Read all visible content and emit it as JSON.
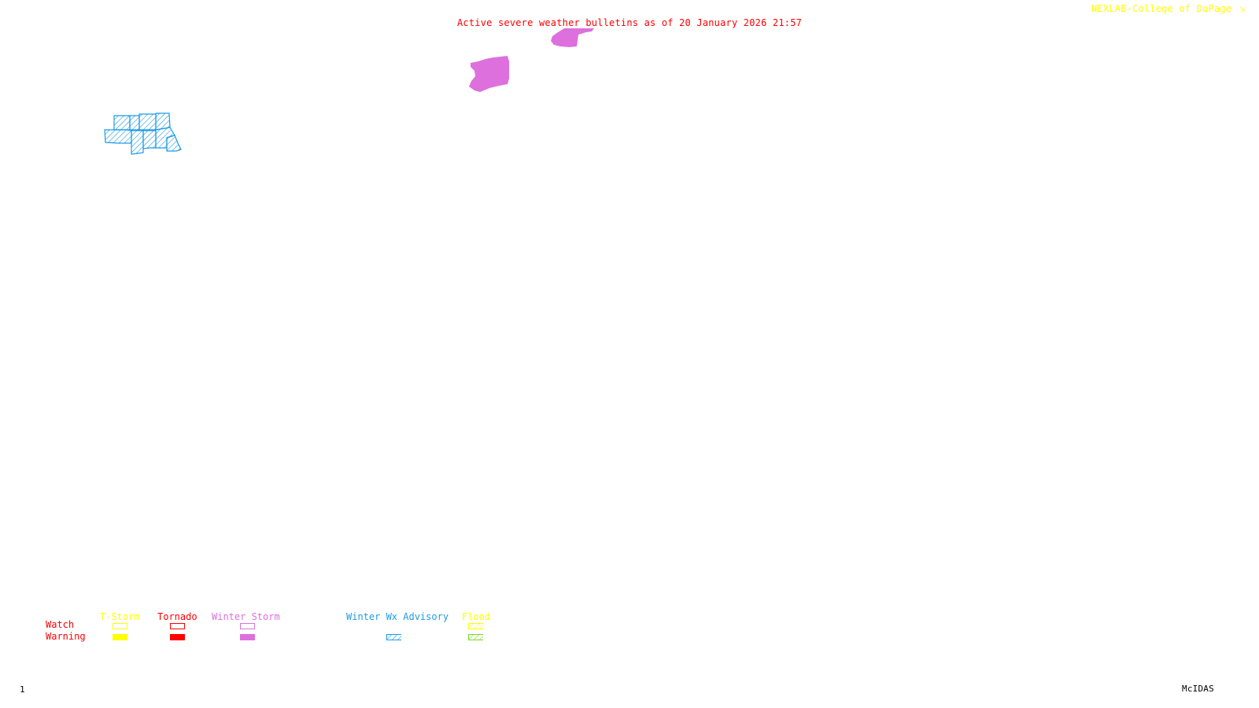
{
  "header": {
    "title": "Active severe weather bulletins as of 20 January 2026 21:57",
    "credit": "NEXLAB-College of DuPage",
    "credit_icon": "corner-arrow-icon"
  },
  "map": {
    "regions": [
      {
        "type": "Winter Wx Advisory",
        "category": "warning",
        "location": "west cluster of counties",
        "style": "hatched",
        "color": "#1e9be6"
      },
      {
        "type": "Winter Storm",
        "category": "warning",
        "location": "north-central area",
        "style": "filled",
        "color": "#dd70dd"
      },
      {
        "type": "Winter Storm",
        "category": "warning",
        "location": "north-central area (top edge)",
        "style": "filled",
        "color": "#dd70dd"
      }
    ]
  },
  "legend": {
    "row_labels": {
      "watch": "Watch",
      "warning": "Warning"
    },
    "columns": [
      {
        "label": "T-Storm",
        "color": "#ffff00",
        "watch_style": "outline",
        "warning_style": "filled",
        "warning_color": "#ffff00"
      },
      {
        "label": "Tornado",
        "color": "#ff0000",
        "watch_style": "outline",
        "warning_style": "filled",
        "warning_color": "#ff0000"
      },
      {
        "label": "Winter Storm",
        "color": "#dd70dd",
        "watch_style": "outline",
        "warning_style": "filled",
        "warning_color": "#dd70dd"
      },
      {
        "label": "Winter Wx Advisory",
        "color": "#1e9be6",
        "watch_style": "none",
        "warning_style": "hatched",
        "warning_color": "#1e9be6"
      },
      {
        "label": "Flood",
        "color": "#ffff00",
        "watch_style": "hatched",
        "warning_style": "hatched",
        "warning_color": "#7fd62a"
      }
    ]
  },
  "footer": {
    "frame_number": "1",
    "software": "McIDAS"
  }
}
